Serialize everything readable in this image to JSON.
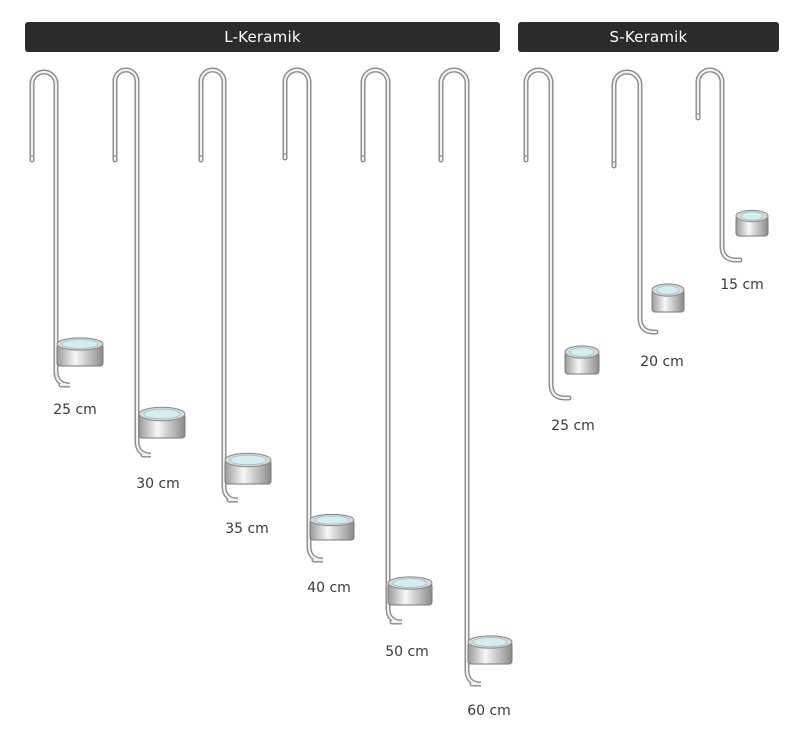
{
  "groups": {
    "large": {
      "title": "L-Keramik"
    },
    "small": {
      "title": "S-Keramik"
    }
  },
  "labels": {
    "large": [
      "25 cm",
      "30 cm",
      "35 cm",
      "40 cm",
      "50 cm",
      "60 cm"
    ],
    "small": [
      "25 cm",
      "20 cm",
      "15 cm"
    ]
  }
}
